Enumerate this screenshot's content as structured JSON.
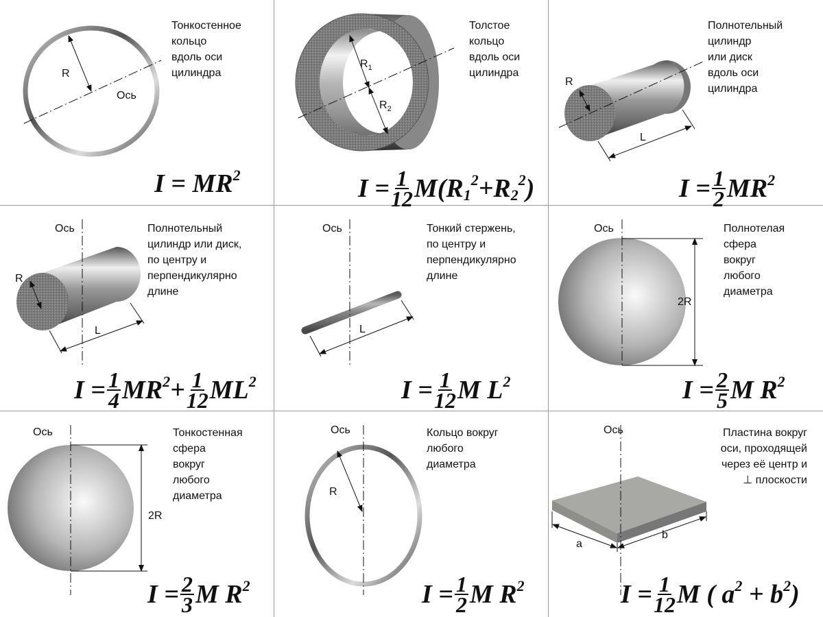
{
  "cells": [
    {
      "description": "Тонкостенное\nкольцо\nвдоль оси\nцилиндра",
      "labels": {
        "r": "R",
        "axis": "Ось"
      },
      "formula": [
        {
          "t": "I = MR"
        },
        {
          "sup": "2"
        }
      ]
    },
    {
      "description": "Толстое\nкольцо\nвдоль оси\nцилиндра",
      "labels": {
        "r1": "R",
        "r1_sub": "1",
        "r2": "R",
        "r2_sub": "2"
      },
      "formula": [
        {
          "t": "I ="
        },
        {
          "frac": [
            "1",
            "12"
          ]
        },
        {
          "t": "M(R"
        },
        {
          "sub": "1"
        },
        {
          "sup": "2"
        },
        {
          "t": "+R"
        },
        {
          "sub": "2"
        },
        {
          "sup": "2"
        },
        {
          "t": ")"
        }
      ]
    },
    {
      "description": "Полнотельный\nцилиндр\nили диск\nвдоль оси\nцилиндра",
      "labels": {
        "r": "R",
        "l": "L"
      },
      "formula": [
        {
          "t": "I ="
        },
        {
          "frac": [
            "1",
            "2"
          ]
        },
        {
          "t": "MR"
        },
        {
          "sup": "2"
        }
      ]
    },
    {
      "description": "Полнотельный\nцилиндр или диск,\nпо центру и\nперпендикулярно\nдлине",
      "labels": {
        "axis": "Ось",
        "r": "R",
        "l": "L"
      },
      "formula": [
        {
          "t": "I ="
        },
        {
          "frac": [
            "1",
            "4"
          ]
        },
        {
          "t": "MR"
        },
        {
          "sup": "2"
        },
        {
          "t": "+"
        },
        {
          "frac": [
            "1",
            "12"
          ]
        },
        {
          "t": "ML"
        },
        {
          "sup": "2"
        }
      ]
    },
    {
      "description": "Тонкий стержень,\nпо центру и\nперпендикулярно\nдлине",
      "labels": {
        "axis": "Ось",
        "l": "L"
      },
      "formula": [
        {
          "t": "I ="
        },
        {
          "frac": [
            "1",
            "12"
          ]
        },
        {
          "t": "M L"
        },
        {
          "sup": "2"
        }
      ]
    },
    {
      "description": "Полнотелая\nсфера\nвокруг\nлюбого\nдиаметра",
      "labels": {
        "axis": "Ось",
        "d": "2R"
      },
      "formula": [
        {
          "t": "I ="
        },
        {
          "frac": [
            "2",
            "5"
          ]
        },
        {
          "t": "M R"
        },
        {
          "sup": "2"
        }
      ]
    },
    {
      "description": "Тонкостенная\nсфера\nвокруг\nлюбого\nдиаметра",
      "labels": {
        "axis": "Ось",
        "d": "2R"
      },
      "formula": [
        {
          "t": "I ="
        },
        {
          "frac": [
            "2",
            "3"
          ]
        },
        {
          "t": "M R"
        },
        {
          "sup": "2"
        }
      ]
    },
    {
      "description": "Кольцо вокруг\nлюбого\nдиаметра",
      "labels": {
        "axis": "Ось",
        "r": "R"
      },
      "formula": [
        {
          "t": "I ="
        },
        {
          "frac": [
            "1",
            "2"
          ]
        },
        {
          "t": "M R"
        },
        {
          "sup": "2"
        }
      ]
    },
    {
      "description": "Пластина вокруг\nоси, проходящей\nчерез её центр и\n⊥ плоскости",
      "labels": {
        "axis": "Ось",
        "a": "a",
        "b": "b"
      },
      "formula": [
        {
          "t": "I ="
        },
        {
          "frac": [
            "1",
            "12"
          ]
        },
        {
          "t": "M ( a"
        },
        {
          "sup": "2"
        },
        {
          "t": " + b"
        },
        {
          "sup": "2"
        },
        {
          "t": ")"
        }
      ]
    }
  ]
}
